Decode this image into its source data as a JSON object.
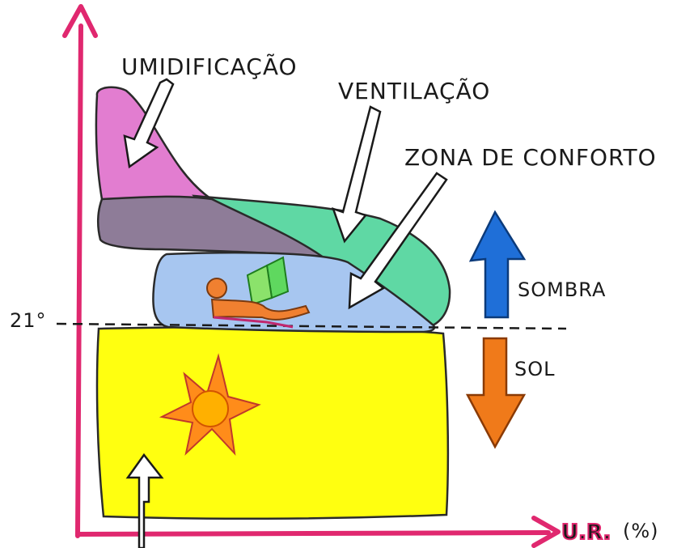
{
  "labels": {
    "umidificacao": "UMIDIFICAÇÃO",
    "ventilacao": "VENTILAÇÃO",
    "zona_conforto": "ZONA DE CONFORTO",
    "sombra": "SOMBRA",
    "sol": "SOL",
    "temp_21": "21°",
    "axis_x_short": "U.R.",
    "axis_x_unit": "(%)"
  },
  "colors": {
    "axis": "#e0286f",
    "umidificacao": "#e27dd0",
    "overlap": "#8e7c98",
    "ventilacao": "#5fd8a4",
    "zona_conforto": "#a7c6f0",
    "aquecimento_solar": "#ffff10",
    "sombra_arrow": "#1f6fd8",
    "sol_arrow": "#f07a1a",
    "sun": "#ff7a00",
    "reader": "#f08030"
  }
}
